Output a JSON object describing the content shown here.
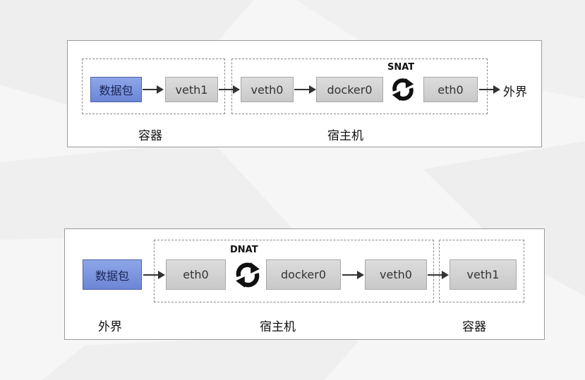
{
  "diagram_top": {
    "nodes": {
      "packet": "数据包",
      "veth1": "veth1",
      "veth0": "veth0",
      "docker0": "docker0",
      "eth0": "eth0"
    },
    "nat_label": "SNAT",
    "outside_label": "外界",
    "group_labels": {
      "container": "容器",
      "host": "宿主机"
    }
  },
  "diagram_bottom": {
    "nodes": {
      "packet": "数据包",
      "eth0": "eth0",
      "docker0": "docker0",
      "veth0": "veth0",
      "veth1": "veth1"
    },
    "nat_label": "DNAT",
    "group_labels": {
      "outside": "外界",
      "host": "宿主机",
      "container": "容器"
    }
  },
  "colors": {
    "packet_fill": "#7c95de",
    "node_fill": "#d3d3d3",
    "background": "#f6f6f7"
  },
  "icons": [
    "cycle-arrows-icon"
  ]
}
